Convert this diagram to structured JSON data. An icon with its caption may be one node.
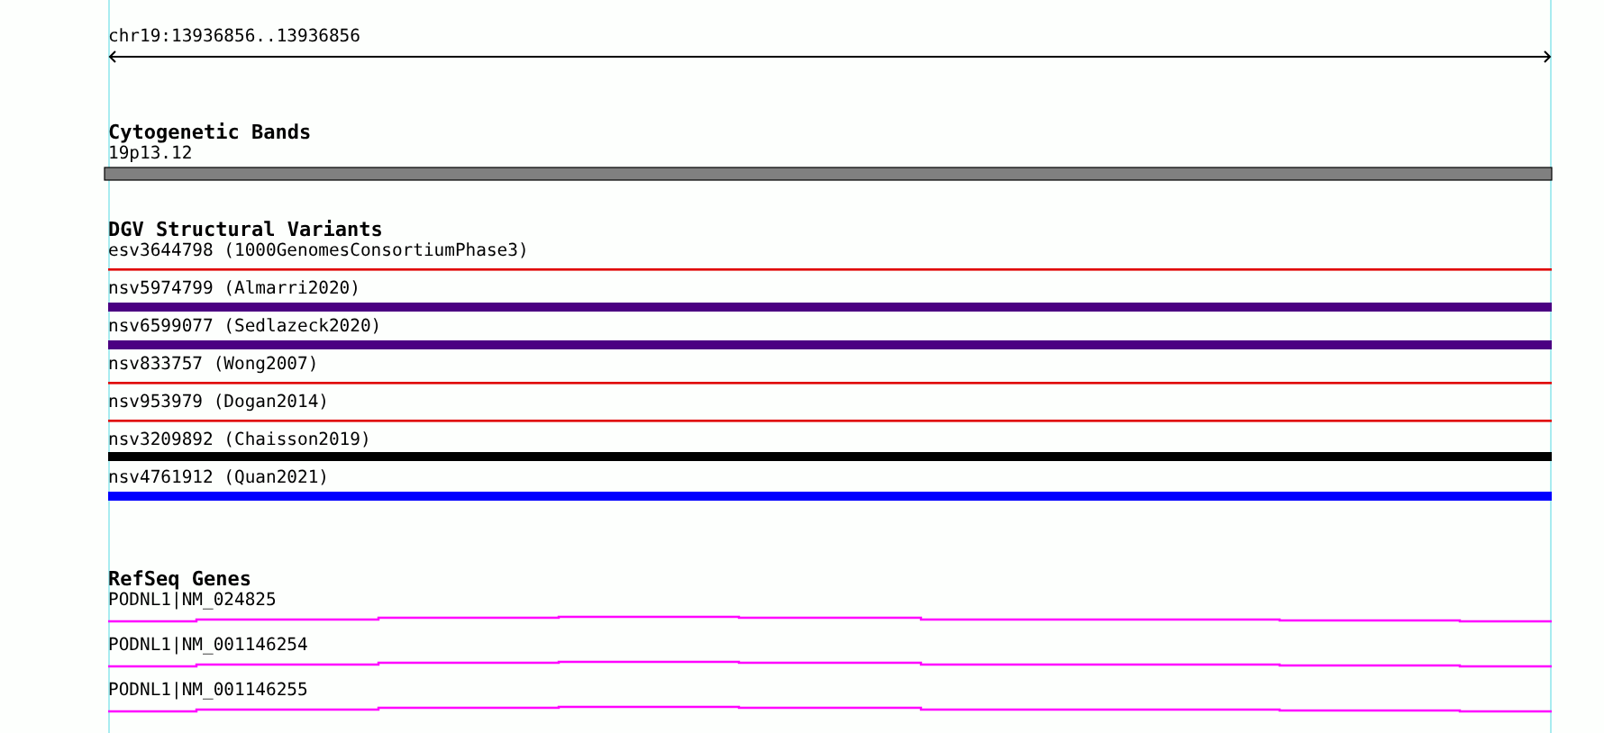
{
  "diagram": {
    "labels": [
      "chr19:13936856..13936856",
      "Cytogenetic Bands",
      "19p13.12",
      "DGV Structural Variants",
      "esv3644798 (1000GenomesConsortiumPhase3)",
      "nsv5974799 (Almarri2020)",
      "nsv6599077 (Sedlazeck2020)",
      "nsv833757 (Wong2007)",
      "nsv953979 (Dogan2014)",
      "nsv3209892 (Chaisson2019)",
      "nsv4761912 (Quan2021)",
      "RefSeq Genes",
      "PODNL1|NM_024825",
      "PODNL1|NM_001146254",
      "PODNL1|NM_001146255"
    ]
  }
}
